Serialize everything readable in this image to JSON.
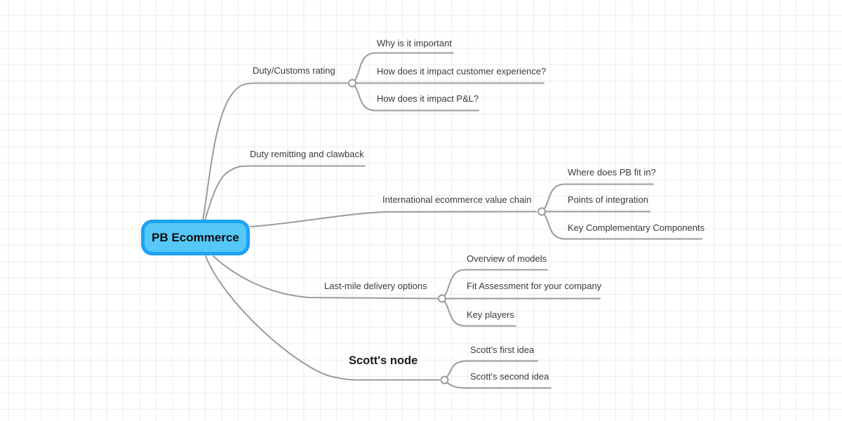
{
  "theme": {
    "grid_line": "#ebeee3",
    "line_color": "#9b9b9b",
    "label_color": "#3b3b3b",
    "root_fill": "#55c8f8",
    "root_border": "#1da2f5"
  },
  "root": {
    "label": "PB Ecommerce"
  },
  "branches": [
    {
      "label": "Duty/Customs rating",
      "children": [
        {
          "label": "Why is it important"
        },
        {
          "label": "How does it impact customer experience?"
        },
        {
          "label": "How does it impact P&L?"
        }
      ]
    },
    {
      "label": "Duty remitting and clawback",
      "children": []
    },
    {
      "label": "International ecommerce value chain",
      "children": [
        {
          "label": "Where does PB fit in?"
        },
        {
          "label": "Points of integration"
        },
        {
          "label": "Key Complementary Components"
        }
      ]
    },
    {
      "label": "Last-mile delivery options",
      "children": [
        {
          "label": "Overview of models"
        },
        {
          "label": "Fit Assessment for your company"
        },
        {
          "label": "Key players"
        }
      ]
    },
    {
      "label": "Scott's node",
      "children": [
        {
          "label": "Scott's first idea"
        },
        {
          "label": "Scott's second idea"
        }
      ]
    }
  ]
}
